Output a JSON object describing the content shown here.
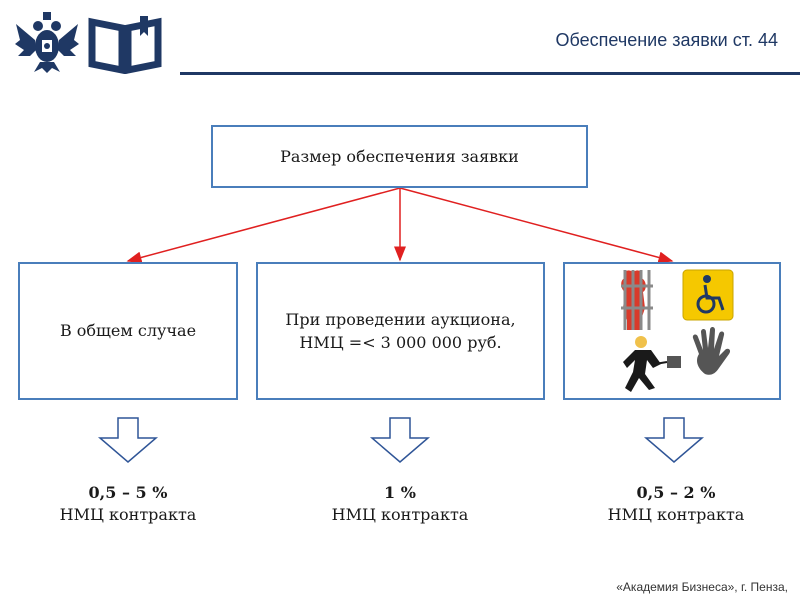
{
  "header": {
    "title": "Обеспечение заявки ст. 44",
    "emblem_icon": "double-headed-eagle-icon",
    "logo_icon": "open-book-icon"
  },
  "diagram": {
    "top_box": "Размер обеспечения заявки",
    "boxes": [
      {
        "label": "В общем случае"
      },
      {
        "label_line1": "При проведении аукциона,",
        "label_line2": "НМЦ =< 3 000 000 руб."
      },
      {
        "icons": [
          "prison-icon",
          "wheelchair-icon",
          "businessman-icon",
          "handprint-icon"
        ]
      }
    ],
    "results": [
      {
        "pct": "0,5 – 5 %",
        "desc": "НМЦ контракта"
      },
      {
        "pct": "1 %",
        "desc": "НМЦ контракта"
      },
      {
        "pct": "0,5 – 2 %",
        "desc": "НМЦ контракта"
      }
    ]
  },
  "footer": {
    "text": "«Академия Бизнеса», г. Пенза,"
  },
  "colors": {
    "accent": "#1f3864",
    "box_border": "#4a7ebb",
    "arrow": "#e02020",
    "wheelchair_bg": "#f5c800"
  }
}
